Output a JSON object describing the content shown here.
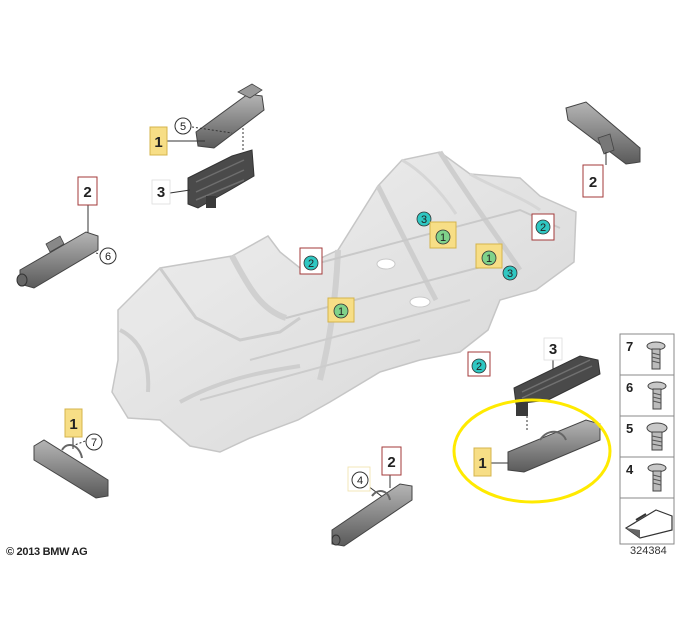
{
  "copyright": "© 2013 BMW AG",
  "diagram_number": "324384",
  "callouts": {
    "n1": "1",
    "n2": "2",
    "n3": "3",
    "n4": "4",
    "n5": "5",
    "n6": "6",
    "n7": "7"
  },
  "legend_numbers": [
    "7",
    "6",
    "5",
    "4"
  ],
  "colors": {
    "yellow_box": "#f7de86",
    "red_box": "#a33a3a",
    "green_marker": "#7fd28a",
    "teal_marker": "#2fc7c2",
    "highlight_ellipse": "#ffea00",
    "part_dark": "#555555",
    "chassis": "#d9d9d9"
  }
}
